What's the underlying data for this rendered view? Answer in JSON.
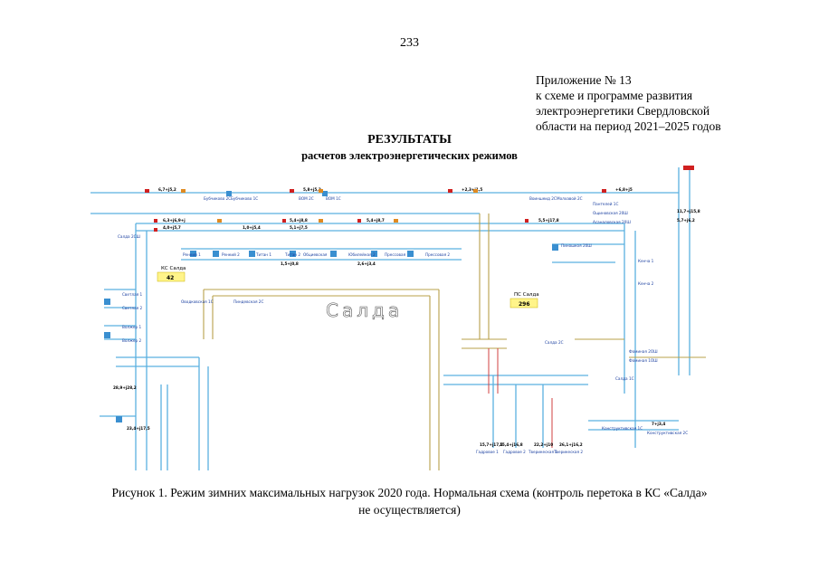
{
  "header": {
    "page_number": "233",
    "appendix_lines": [
      "Приложение № 13",
      "к схеме и программе развития",
      "электроэнергетики Свердловской",
      "области на период 2021–2025 годов"
    ]
  },
  "title": "РЕЗУЛЬТАТЫ",
  "subtitle": "расчетов электроэнергетических режимов",
  "diagram": {
    "area_label": "Салда",
    "ks_box": {
      "label": "КС Салда",
      "value": "42"
    },
    "ps_box": {
      "label": "ПС Салда",
      "value": "296"
    },
    "substations": [
      "Бубчиково 2С",
      "Бубчиково 1С",
      "ВОМ 2С",
      "ВОМ 1С",
      "Воиншеид 2С",
      "Молхавой 2С",
      "Салда 2СШ",
      "Ренкий 1",
      "Ренкий 2",
      "Титан 1",
      "Титан 2",
      "Обциевская",
      "Юбилейная 2",
      "Прессовая",
      "Прессовая 2",
      "Пиношкоя 20Ш",
      "Оводковская 1С",
      "Пиндевская 2С",
      "Салда 2С",
      "Салда 1С",
      "Светлая 1",
      "Светлая 2",
      "Волжер 1",
      "Волжер 2",
      "Пантелей 1С",
      "Ощиновская 20Ш",
      "Асаналовская 20Ш",
      "Фоминая 2ОШ",
      "Фоминая 1ОШ",
      "Кенча 1",
      "Кенча 2",
      "Конструктивская 1С",
      "Конструктивская 2С",
      "Гадровое 1",
      "Гадровое 2",
      "Тверикеская 1",
      "Тверикеская 2"
    ],
    "line_values": [
      "6,7+j5,2",
      "5,8+j5,2",
      "+2,3+j1,5",
      "+6,8+j5",
      "5,5+j17,8",
      "6,3+j6,9+j",
      "5,4+j8,8",
      "5,4+j8,7",
      "4,0+j5,7",
      "5,1+j7,5",
      "1,5+j0,8",
      "2,6+j3,4",
      "15,7+j17,5",
      "15,4+j16,8",
      "22,2+j10",
      "26,1+j16,2",
      "5,7+j6,2",
      "1,0+j5,4",
      "7+j3,4",
      "11,7+j15,8",
      "28,9+j28,2",
      "23,4+j17,5"
    ]
  },
  "caption_lines": [
    "Рисунок 1. Режим зимних максимальных нагрузок 2020 года. Нормальная схема (контроль перетока в КС «Салда»",
    "не осуществляется)"
  ]
}
